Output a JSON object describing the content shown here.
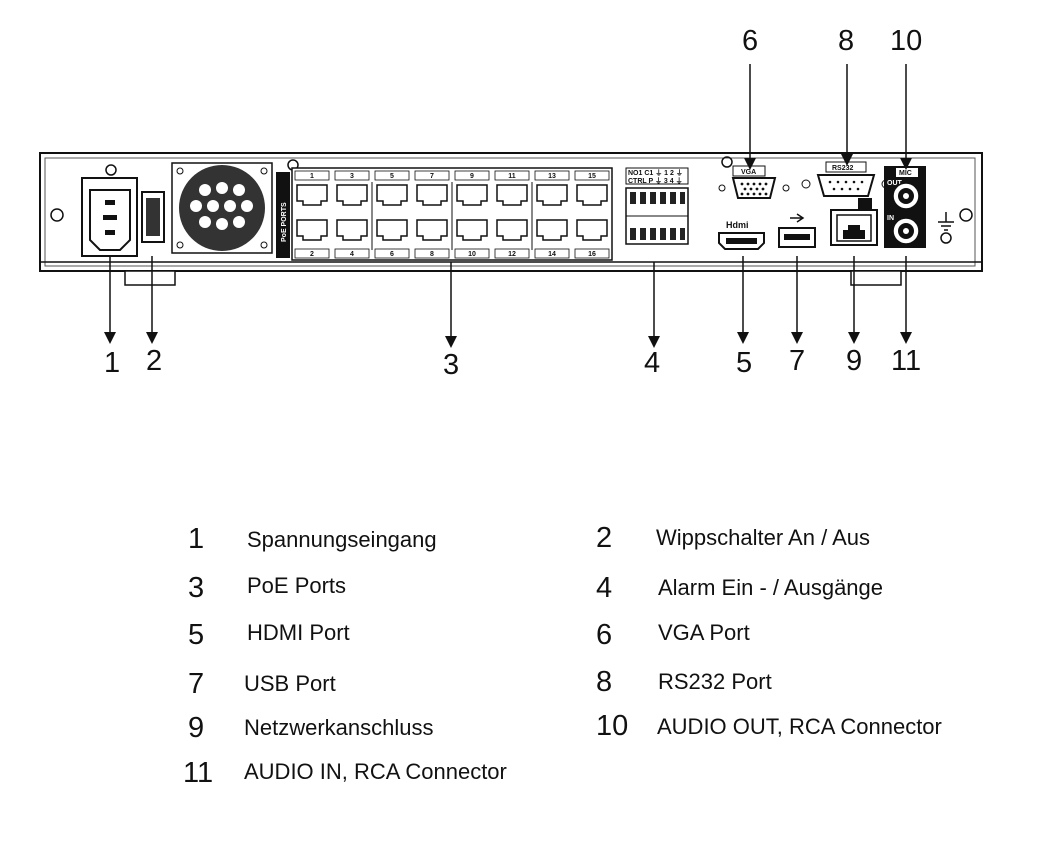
{
  "device": {
    "top_labels": {
      "vga": "VGA",
      "rs232": "RS232",
      "mic": "MIC"
    },
    "poe_side_label": "PoE PORTS",
    "poe_top_numbers": [
      "1",
      "3",
      "5",
      "7",
      "9",
      "11",
      "13",
      "15"
    ],
    "poe_bottom_numbers": [
      "2",
      "4",
      "6",
      "8",
      "10",
      "12",
      "14",
      "16"
    ],
    "alarm_label_row1": "NO1 C1 ⏚ 1 2 ⏚",
    "alarm_label_row2": "CTRL P ⏚ 3 4 ⏚",
    "hdmi_logo": "Hdmi",
    "audio_out_label": "OUT",
    "audio_in_label": "IN"
  },
  "callouts": [
    "1",
    "2",
    "3",
    "4",
    "5",
    "6",
    "7",
    "8",
    "9",
    "10",
    "11"
  ],
  "legend": [
    {
      "num": "1",
      "text": "Spannungseingang"
    },
    {
      "num": "2",
      "text": "Wippschalter An / Aus"
    },
    {
      "num": "3",
      "text": "PoE Ports"
    },
    {
      "num": "4",
      "text": "Alarm Ein - / Ausgänge"
    },
    {
      "num": "5",
      "text": "HDMI Port"
    },
    {
      "num": "6",
      "text": "VGA Port"
    },
    {
      "num": "7",
      "text": "USB Port"
    },
    {
      "num": "8",
      "text": "RS232 Port"
    },
    {
      "num": "9",
      "text": "Netzwerkanschluss"
    },
    {
      "num": "10",
      "text": "AUDIO OUT, RCA Connector"
    },
    {
      "num": "11",
      "text": "AUDIO IN, RCA Connector"
    }
  ]
}
